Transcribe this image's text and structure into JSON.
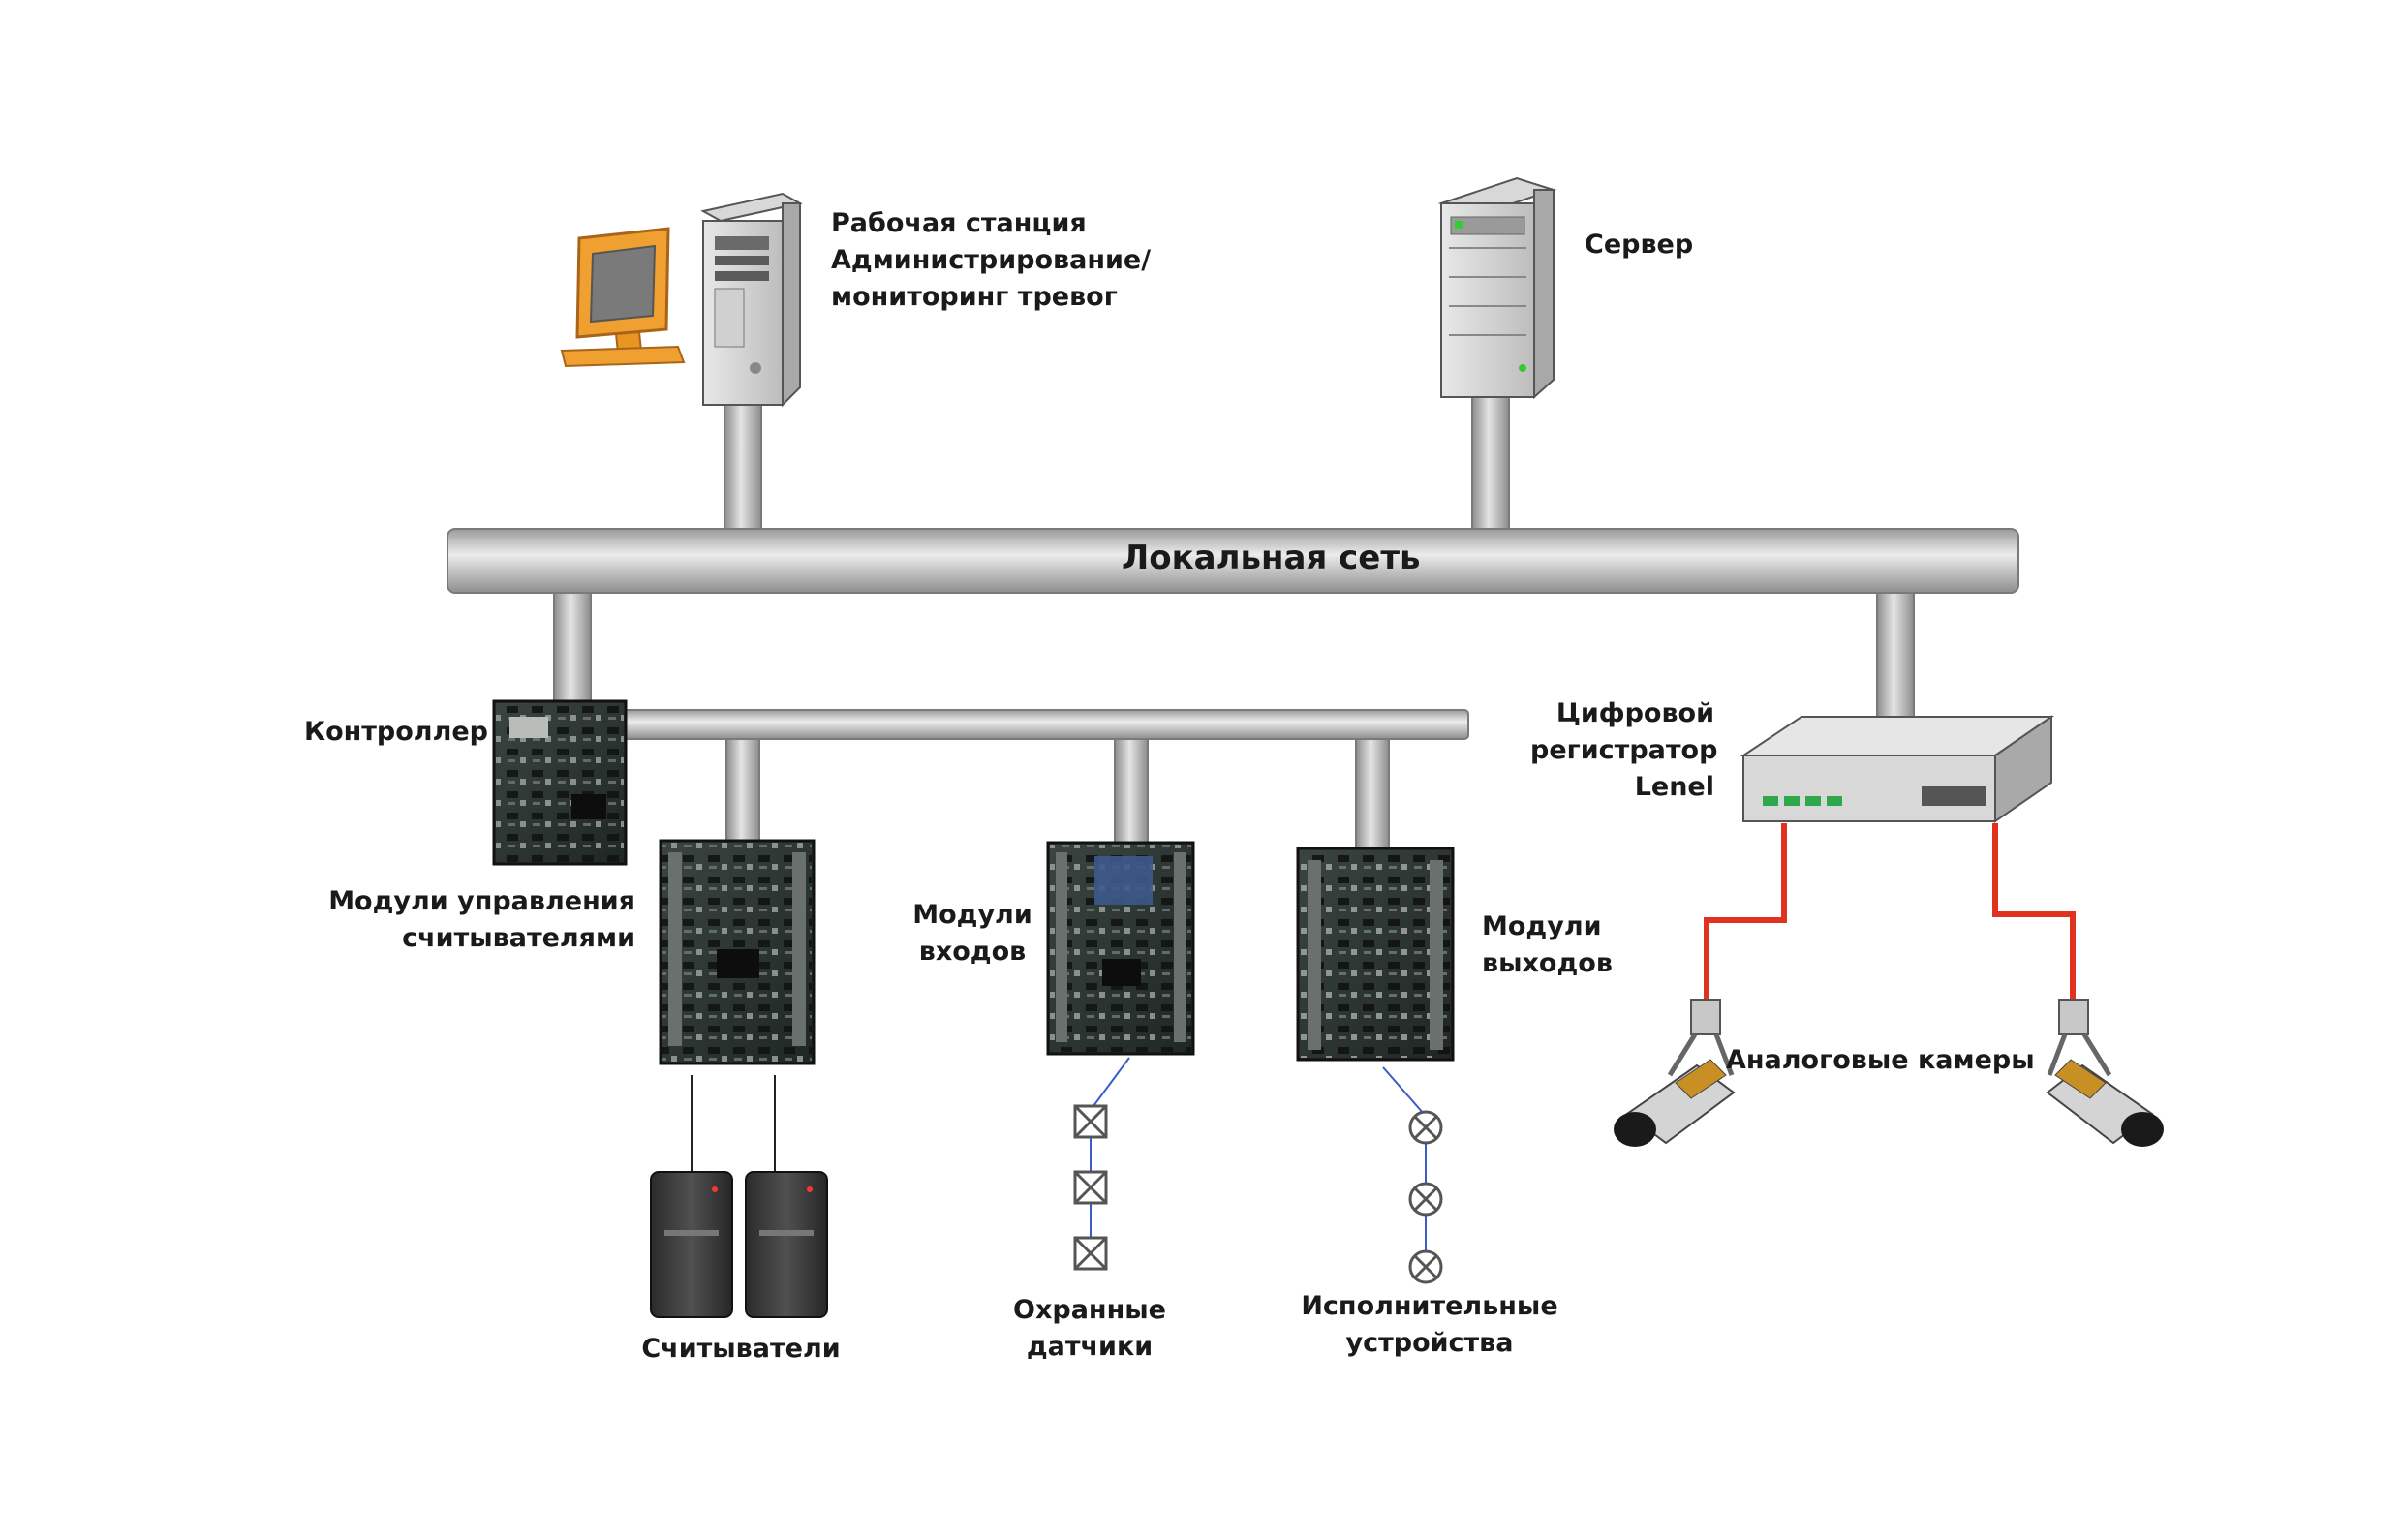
{
  "nodes": {
    "workstation": {
      "lines": [
        "Рабочая станция",
        "Администрирование/",
        "мониторинг тревог"
      ]
    },
    "server": {
      "lines": [
        "Сервер"
      ]
    },
    "lan": {
      "label": "Локальная сеть"
    },
    "controller": {
      "lines": [
        "Контроллер"
      ]
    },
    "dvr": {
      "lines": [
        "Цифровой",
        "регистратор",
        "Lenel"
      ]
    },
    "reader_modules": {
      "lines": [
        "Модули управления",
        "считывателями"
      ]
    },
    "input_modules": {
      "lines": [
        "Модули",
        "входов"
      ]
    },
    "output_modules": {
      "lines": [
        "Модули",
        "выходов"
      ]
    },
    "cameras": {
      "lines": [
        "Аналоговые камеры"
      ]
    },
    "readers": {
      "lines": [
        "Считыватели"
      ]
    },
    "sensors": {
      "lines": [
        "Охранные",
        "датчики"
      ]
    },
    "actuators": {
      "lines": [
        "Исполнительные",
        "устройства"
      ]
    }
  },
  "colors": {
    "bus_fill": "#c9c9c9",
    "bus_stroke": "#8a8a8a",
    "monitor": "#f0a030",
    "camera_cable": "#e0321e",
    "sensor_line": "#3a5cc8",
    "board": "#2a3330"
  }
}
